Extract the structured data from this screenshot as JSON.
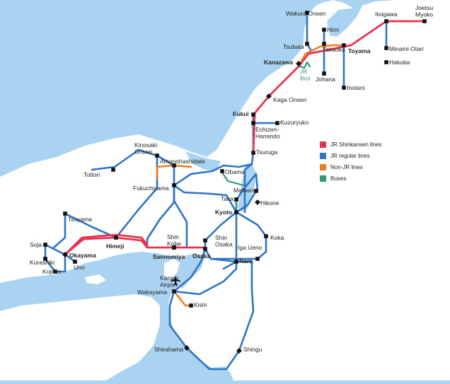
{
  "colors": {
    "sea": "#a9d3f1",
    "land": "#ffffff",
    "shinkansen": "#e8334f",
    "jr_regular": "#2f74c4",
    "non_jr": "#ef7d1e",
    "buses": "#2f9a7a"
  },
  "legend": [
    {
      "label": "JR Shinkansen lines",
      "color": "#e8334f"
    },
    {
      "label": "JR regular lines",
      "color": "#2f74c4"
    },
    {
      "label": "Non-JR lines",
      "color": "#ef7d1e"
    },
    {
      "label": "Buses",
      "color": "#2f9a7a"
    }
  ],
  "stations": {
    "wakura_onsen": "Wakura Onsen",
    "himi": "Himi",
    "tsubata": "Tsubata",
    "takaoka": "Takaoka",
    "toyama": "Toyama",
    "itoigawa": "Itoigawa",
    "joetsu_myoko": "Joetsu\nMyoko",
    "minami_otari": "Minami-Otari",
    "hakuba": "Hakuba",
    "kanazawa": "Kanazawa",
    "jr_bus": "JR\nBus",
    "johana": "Johana",
    "inotani": "Inotani",
    "kaga_onsen": "Kaga Onsen",
    "fukui": "Fukui",
    "kuzuryuko": "Kuzuryuko",
    "echizen_hanando": "Echizen-\nHanando",
    "tsuruga": "Tsuruga",
    "kinosaki_onsen": "Kinosaki\nOnsen",
    "tottori": "Tottori",
    "amanohashidate": "Amanohashidate",
    "obama": "Obama",
    "fukuchiyama": "Fukuchiyama",
    "maibara": "Maibara",
    "taka": "Taka",
    "hikone": "Hikone",
    "kyoto": "Kyoto",
    "tsuyama": "Tsuyama",
    "koka": "Koka",
    "soja": "Soja",
    "okayama": "Okayama",
    "himeji": "Himeji",
    "shin_kobe": "Shin\nKobe",
    "shin_osaka": "Shin\nOsaka",
    "sannomiya": "Sannomiya",
    "osaka": "Osaka",
    "iga_ueno": "Iga Ueno",
    "kurashiki": "Kurashiki",
    "uno": "Uno",
    "kojima": "Kojima",
    "nara": "Nara",
    "kansai_airport": "Kansai\nAirport",
    "wakayama": "Wakayama",
    "kishi": "Kishi",
    "shirahama": "Shirahama",
    "shingu": "Shingu"
  },
  "bold_stations": [
    "toyama",
    "kanazawa",
    "fukui",
    "kyoto",
    "osaka",
    "okayama",
    "himeji",
    "sannomiya",
    "nara"
  ]
}
